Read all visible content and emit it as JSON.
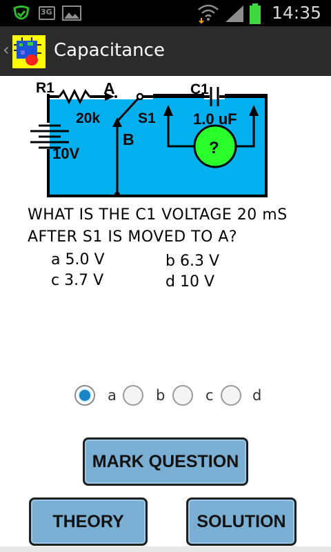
{
  "status_bar": {
    "time": "14:35",
    "network_badge": "3G",
    "icons": [
      "shield-icon",
      "network-3g-icon",
      "gallery-icon",
      "wifi-icon",
      "signal-icon",
      "battery-icon"
    ]
  },
  "action_bar": {
    "title": "Capacitance",
    "back_glyph": "‹",
    "icon": "circuit-board-icon"
  },
  "circuit": {
    "labels": {
      "r1": "R1",
      "a": "A",
      "c1": "C1",
      "resistor_value": "20k",
      "s1": "S1",
      "capacitor_value": "1.0 uF",
      "b": "B",
      "voltage": "10V",
      "meter": "?"
    },
    "colors": {
      "fill": "#03b0ef",
      "meter": "#2bff2b",
      "stroke": "#000000"
    }
  },
  "question": {
    "line1": "WHAT IS THE C1 VOLTAGE 20 mS",
    "line2": "AFTER S1 IS MOVED TO A?",
    "options": [
      {
        "letter": "a",
        "text": "a 5.0 V"
      },
      {
        "letter": "b",
        "text": "b 6.3 V"
      },
      {
        "letter": "c",
        "text": "c 3.7 V"
      },
      {
        "letter": "d",
        "text": "d 10 V"
      }
    ]
  },
  "answer_choices": {
    "selected": "a",
    "items": [
      {
        "label": "a"
      },
      {
        "label": "b"
      },
      {
        "label": "c"
      },
      {
        "label": "d"
      }
    ],
    "accent": "#1a86c8"
  },
  "buttons": {
    "mark": "MARK QUESTION",
    "theory": "THEORY",
    "solution": "SOLUTION",
    "color": "#7aaed2"
  }
}
